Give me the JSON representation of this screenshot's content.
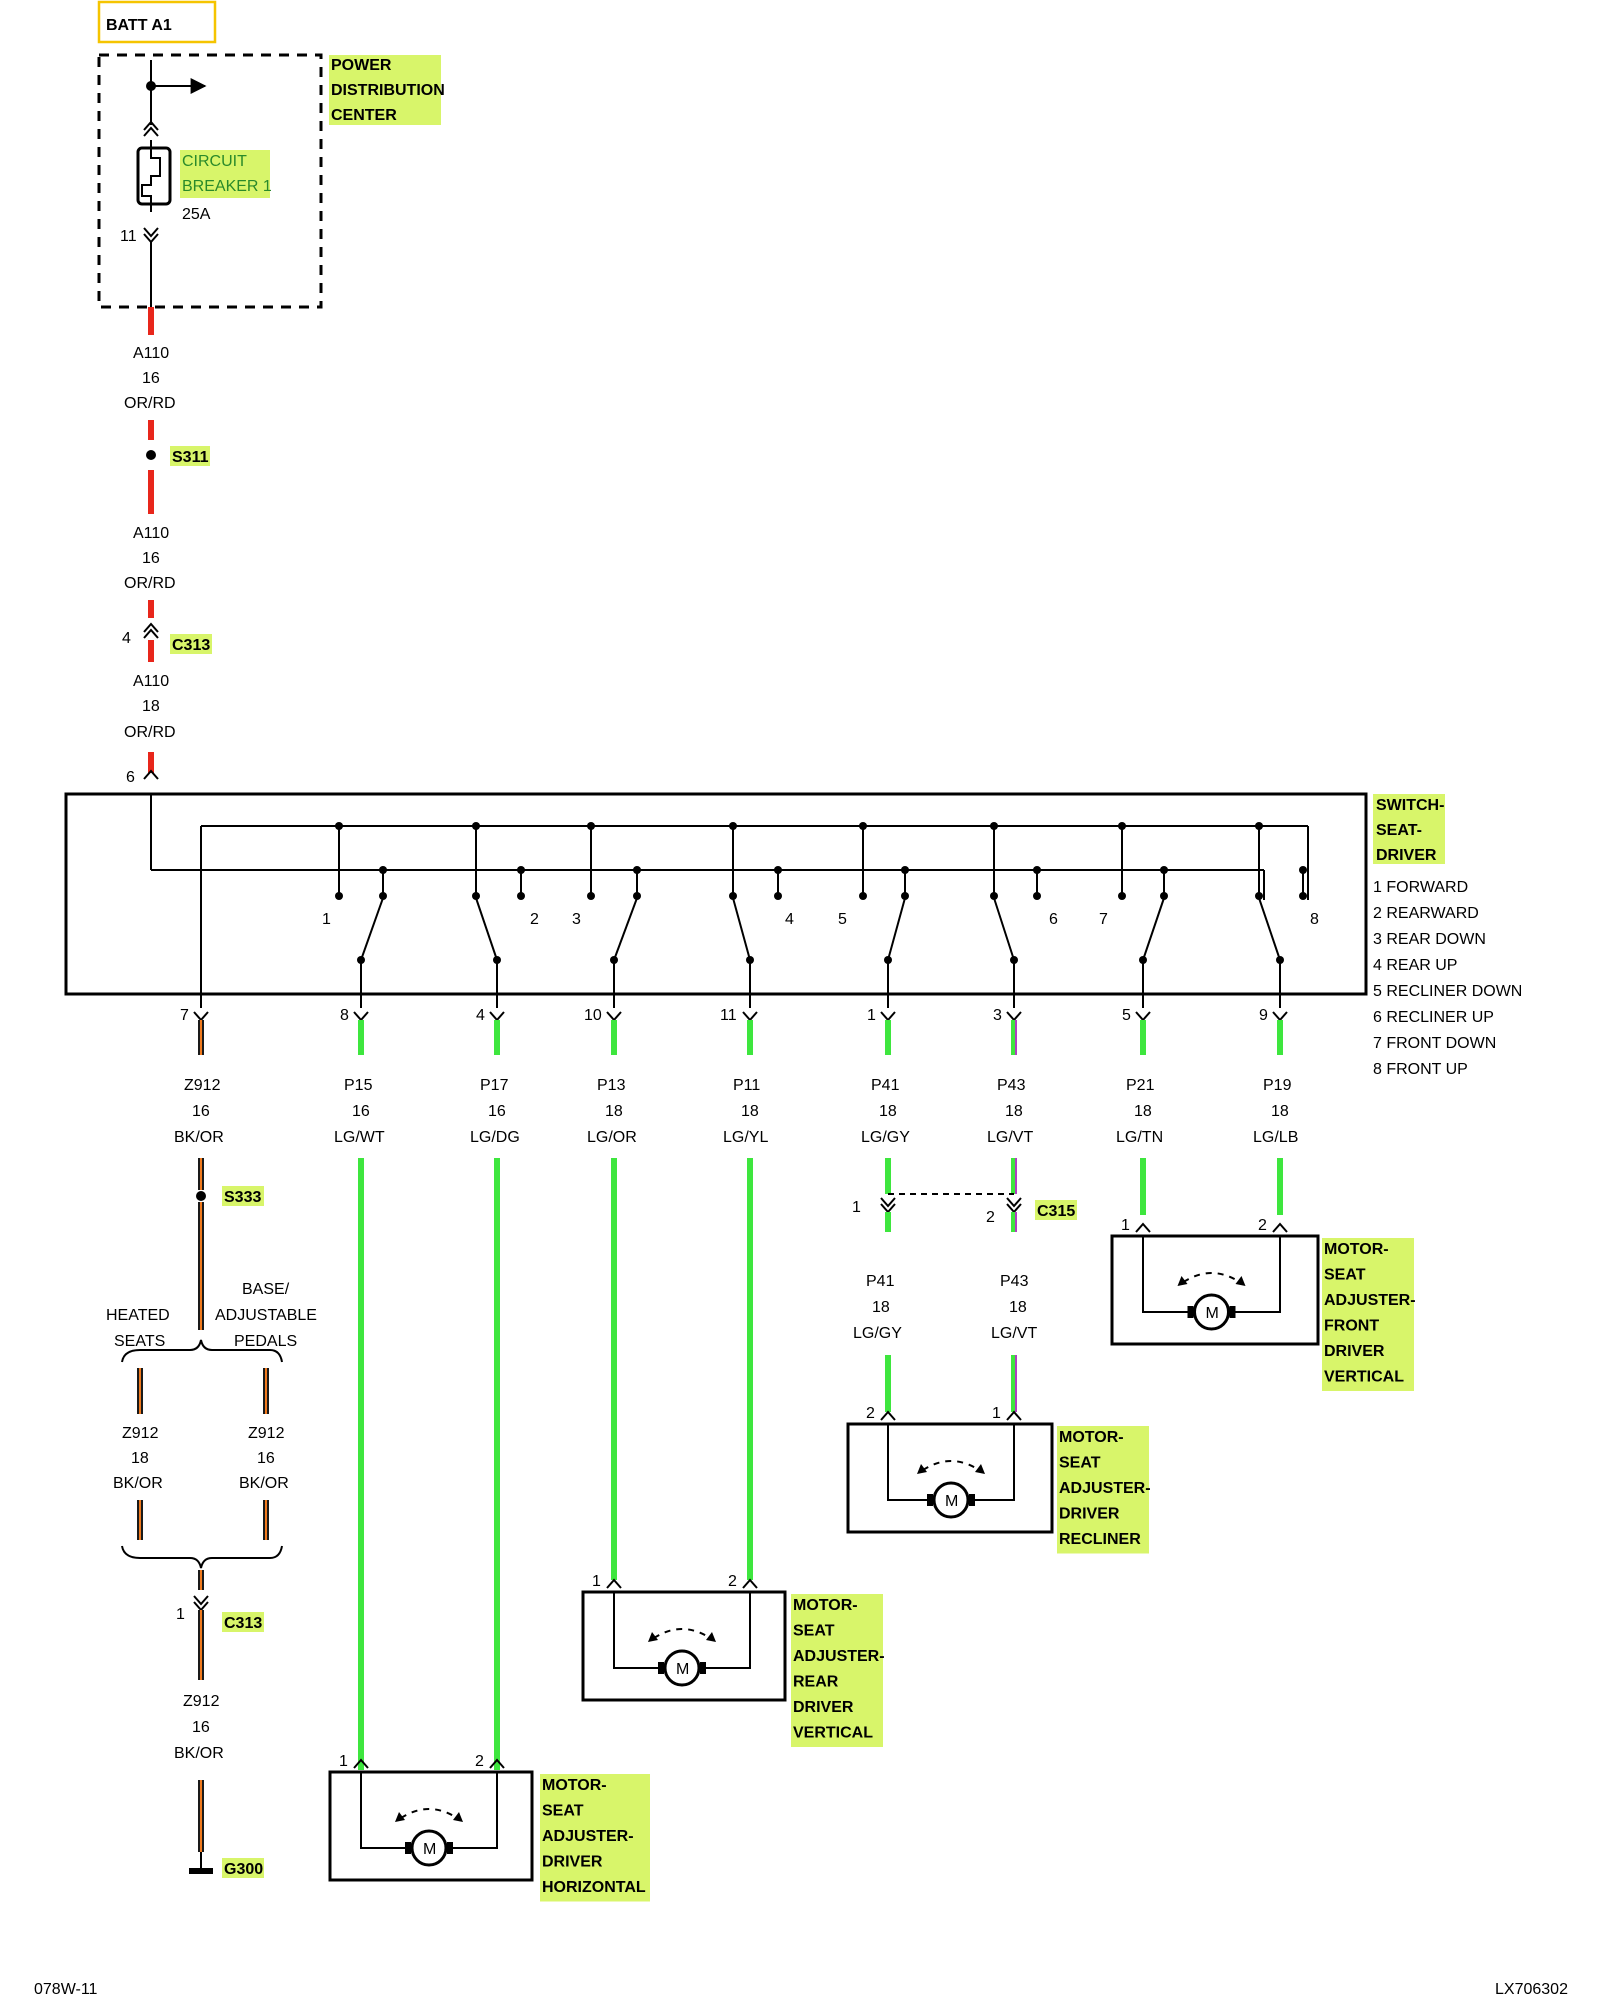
{
  "batt_label": "BATT A1",
  "pdc": {
    "lines": [
      "POWER",
      "DISTRIBUTION",
      "CENTER"
    ]
  },
  "circuit_breaker": {
    "lines": [
      "CIRCUIT",
      "BREAKER 1"
    ],
    "rating": "25A",
    "pin": "11"
  },
  "feed": {
    "wire1": {
      "id": "A110",
      "gauge": "16",
      "color": "OR/RD"
    },
    "splice": "S311",
    "wire2": {
      "id": "A110",
      "gauge": "16",
      "color": "OR/RD"
    },
    "connector": {
      "name": "C313",
      "pin": "4"
    },
    "wire3": {
      "id": "A110",
      "gauge": "18",
      "color": "OR/RD"
    },
    "switch_pin": "6"
  },
  "switch": {
    "title_lines": [
      "SWITCH-",
      "SEAT-",
      "DRIVER"
    ],
    "legend": [
      "1 FORWARD",
      "2 REARWARD",
      "3 REAR DOWN",
      "4 REAR UP",
      "5 RECLINER DOWN",
      "6 RECLINER UP",
      "7 FRONT DOWN",
      "8 FRONT UP"
    ],
    "contact_numbers": [
      "1",
      "2",
      "3",
      "4",
      "5",
      "6",
      "7",
      "8"
    ]
  },
  "outputs": [
    {
      "pin": "7",
      "id": "Z912",
      "gauge": "16",
      "color": "BK/OR"
    },
    {
      "pin": "8",
      "id": "P15",
      "gauge": "16",
      "color": "LG/WT"
    },
    {
      "pin": "4",
      "id": "P17",
      "gauge": "16",
      "color": "LG/DG"
    },
    {
      "pin": "10",
      "id": "P13",
      "gauge": "18",
      "color": "LG/OR"
    },
    {
      "pin": "11",
      "id": "P11",
      "gauge": "18",
      "color": "LG/YL"
    },
    {
      "pin": "1",
      "id": "P41",
      "gauge": "18",
      "color": "LG/GY"
    },
    {
      "pin": "3",
      "id": "P43",
      "gauge": "18",
      "color": "LG/VT"
    },
    {
      "pin": "5",
      "id": "P21",
      "gauge": "18",
      "color": "LG/TN"
    },
    {
      "pin": "9",
      "id": "P19",
      "gauge": "18",
      "color": "LG/LB"
    }
  ],
  "ground": {
    "splice": "S333",
    "branch_left": [
      "HEATED",
      "SEATS"
    ],
    "branch_right": [
      "BASE/",
      "ADJUSTABLE",
      "PEDALS"
    ],
    "wire_left": {
      "id": "Z912",
      "gauge": "18",
      "color": "BK/OR"
    },
    "wire_right": {
      "id": "Z912",
      "gauge": "16",
      "color": "BK/OR"
    },
    "connector": {
      "name": "C313",
      "pin": "1"
    },
    "wire_after": {
      "id": "Z912",
      "gauge": "16",
      "color": "BK/OR"
    },
    "ground_name": "G300"
  },
  "c315": {
    "name": "C315",
    "pin_left": "1",
    "pin_right": "2",
    "wire_left": {
      "id": "P41",
      "gauge": "18",
      "color": "LG/GY"
    },
    "wire_right": {
      "id": "P43",
      "gauge": "18",
      "color": "LG/VT"
    }
  },
  "motors": {
    "front_vertical": {
      "lines": [
        "MOTOR-",
        "SEAT",
        "ADJUSTER-",
        "FRONT",
        "DRIVER",
        "VERTICAL"
      ],
      "pin_left": "1",
      "pin_right": "2"
    },
    "recliner": {
      "lines": [
        "MOTOR-",
        "SEAT",
        "ADJUSTER-",
        "DRIVER",
        "RECLINER"
      ],
      "pin_left": "2",
      "pin_right": "1"
    },
    "rear_vertical": {
      "lines": [
        "MOTOR-",
        "SEAT",
        "ADJUSTER-",
        "REAR",
        "DRIVER",
        "VERTICAL"
      ],
      "pin_left": "1",
      "pin_right": "2"
    },
    "horizontal": {
      "lines": [
        "MOTOR-",
        "SEAT",
        "ADJUSTER-",
        "DRIVER",
        "HORIZONTAL"
      ],
      "pin_left": "1",
      "pin_right": "2"
    },
    "motor_symbol": "M"
  },
  "footer": {
    "left": "078W-11",
    "right": "LX706302"
  },
  "colors": {
    "feed_wire": "#e8261b",
    "green_wire": "#3ee63e",
    "ground_wire_core": "#1a1a1a",
    "ground_wire_stripe": "#f07a1e",
    "violet_stripe": "#b040c0",
    "label_highlight": "#d8f56a",
    "batt_box": "#f5c400"
  }
}
